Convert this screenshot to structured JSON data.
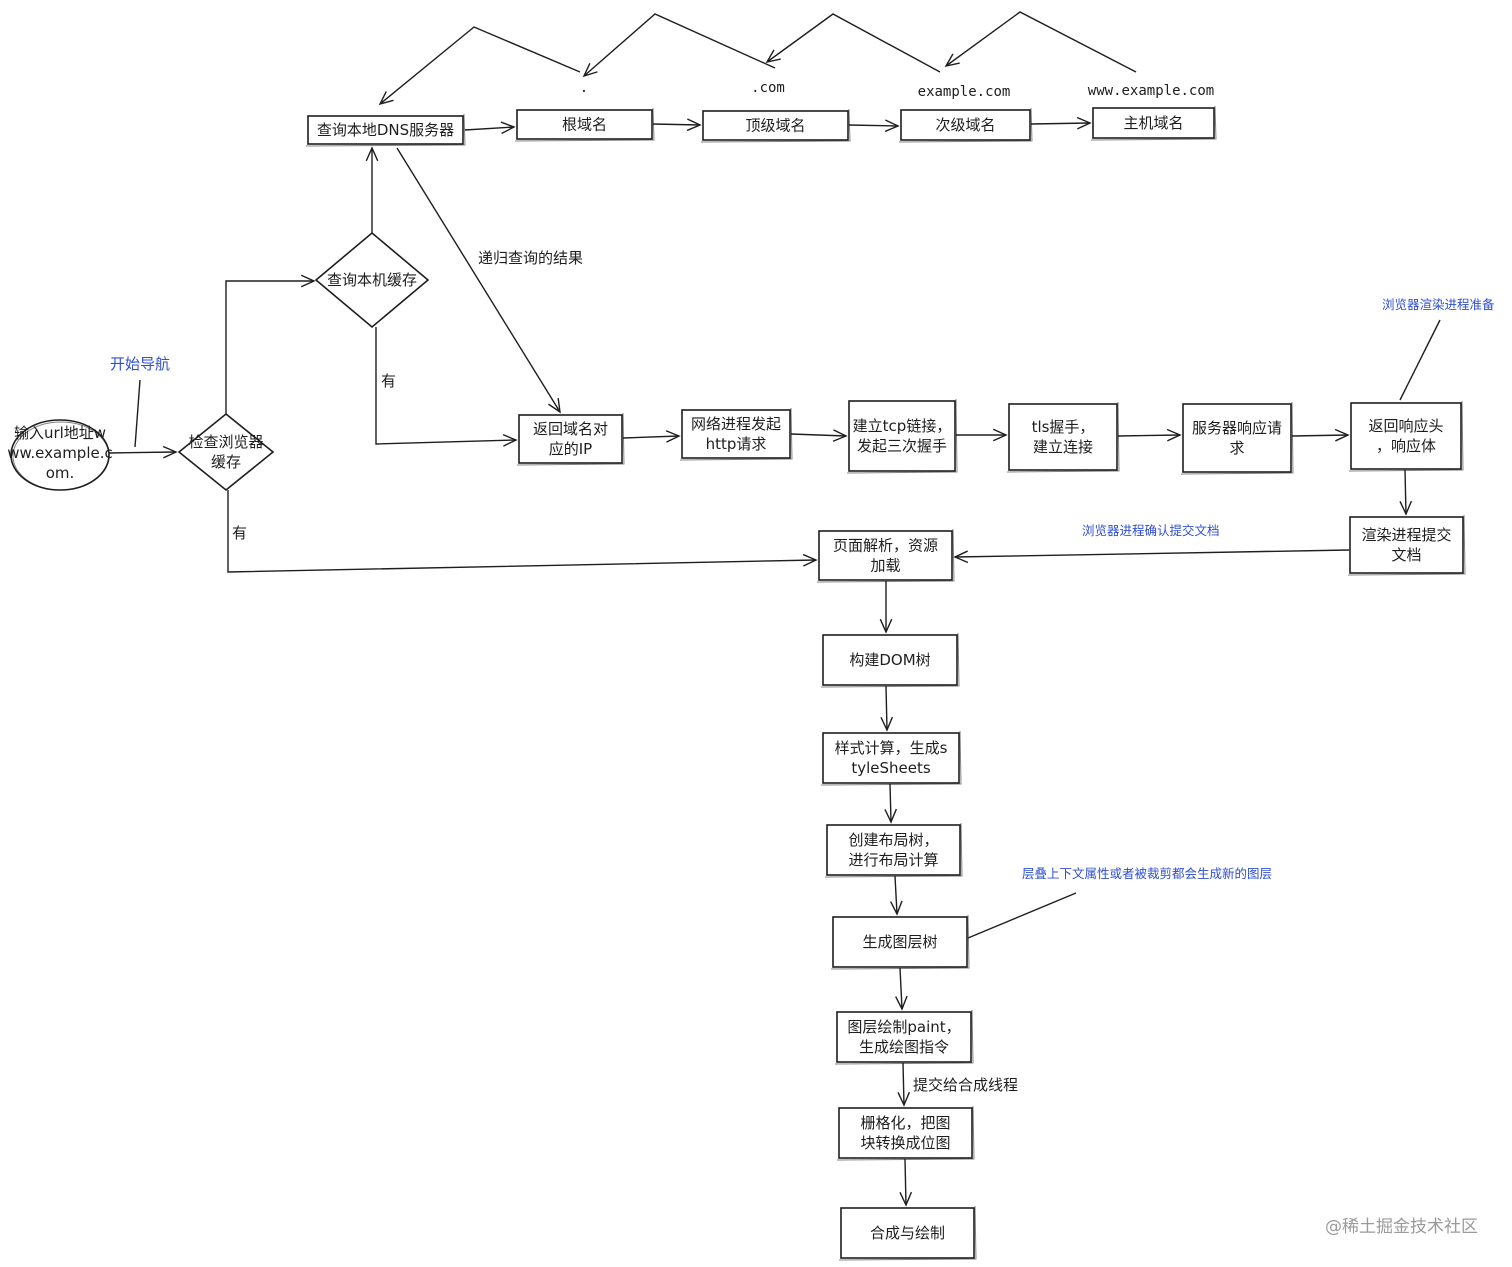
{
  "nodes": {
    "input_url": "输入url地址www.example.com.",
    "check_browser_cache": "检查浏览器缓存",
    "query_local_cache": "查询本机缓存",
    "query_local_dns": "查询本地DNS服务器",
    "root_domain": "根域名",
    "top_domain": "顶级域名",
    "second_domain": "次级域名",
    "host_domain": "主机域名",
    "return_ip": "返回域名对应的IP",
    "network_http": "网络进程发起http请求",
    "tcp_connect": "建立tcp链接，发起三次握手",
    "tls_handshake": "tls握手，建立连接",
    "server_response": "服务器响应请求",
    "return_response": "返回响应头，响应体",
    "render_commit": "渲染进程提交文档",
    "page_parse": "页面解析，资源加载",
    "build_dom": "构建DOM树",
    "style_calc": "样式计算，生成styleSheets",
    "layout_tree": "创建布局树，进行布局计算",
    "layer_tree": "生成图层树",
    "layer_paint": "图层绘制paint，生成绘图指令",
    "raster": "栅格化，把图块转换成位图",
    "composite": "合成与绘制"
  },
  "domain_labels": {
    "root": ".",
    "top": ".com",
    "second": "example.com",
    "host": "www.example.com"
  },
  "edge_labels": {
    "has_cache_local": "有",
    "has_cache_browser": "有",
    "recursive_result": "递归查询的结果",
    "commit_to_compositor": "提交给合成线程"
  },
  "notes": {
    "start_navigation": "开始导航",
    "render_prepare": "浏览器渲染进程准备",
    "confirm_commit": "浏览器进程确认提交文档",
    "stacking_context": "层叠上下文属性或者被裁剪都会生成新的图层"
  },
  "watermark": "@稀土掘金技术社区",
  "colors": {
    "stroke": "#1e1e1e",
    "note": "#2f4fd1",
    "watermark": "#9a9a9a"
  }
}
